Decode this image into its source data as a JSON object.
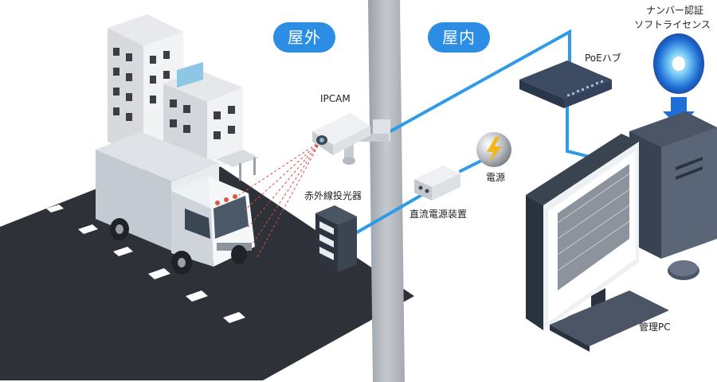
{
  "zones": {
    "outdoor_label": "屋外",
    "indoor_label": "屋内"
  },
  "labels": {
    "ipcam": "IPCAM",
    "ir_projector": "赤外線投光器",
    "power": "電源",
    "dc_power_supply": "直流電源装置",
    "poe_hub": "PoEハブ",
    "license_line1": "ナンバー認証",
    "license_line2": "ソフトライセンス",
    "admin_pc": "管理PC"
  },
  "colors": {
    "accent_blue": "#2b8de3",
    "cable_blue": "#2f9be8",
    "road": "#2e3238",
    "infrared_beam": "#d94848",
    "power_bolt": "#f2b61b"
  },
  "icons": {
    "building": "office-building-icon",
    "truck": "truck-icon",
    "camera": "ip-camera-icon",
    "projector": "ir-projector-icon",
    "power_supply": "dc-power-supply-icon",
    "power": "lightning-bolt-icon",
    "hub": "network-switch-icon",
    "disc": "software-disc-icon",
    "pc": "desktop-pc-icon"
  }
}
